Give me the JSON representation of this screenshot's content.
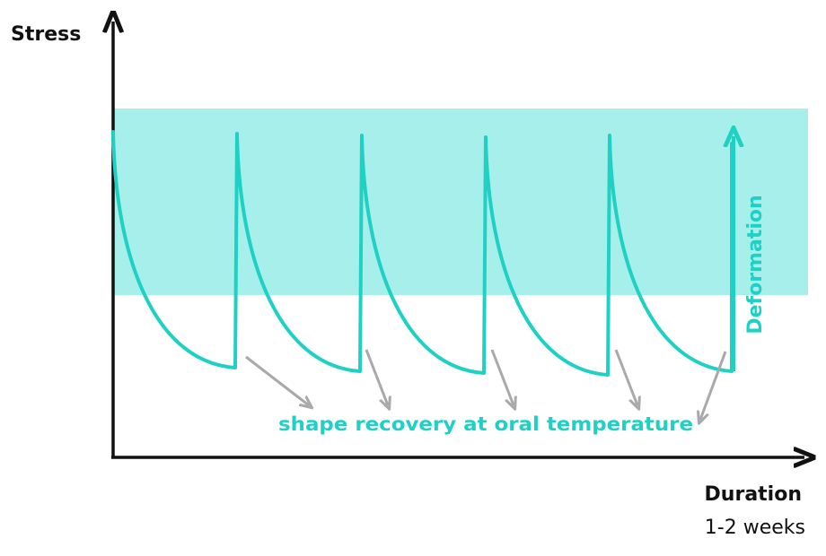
{
  "y_axis": {
    "label": "Stress"
  },
  "x_axis": {
    "label": "Duration",
    "sublabel": "1-2 weeks"
  },
  "deformation_label": "Deformation",
  "recovery_label": "shape recovery at oral temperature",
  "colors": {
    "accent": "#1fd1c4",
    "band": "#a6efea",
    "arrow_gray": "#a9a9a9",
    "axis": "#111111"
  },
  "cycles": 5
}
